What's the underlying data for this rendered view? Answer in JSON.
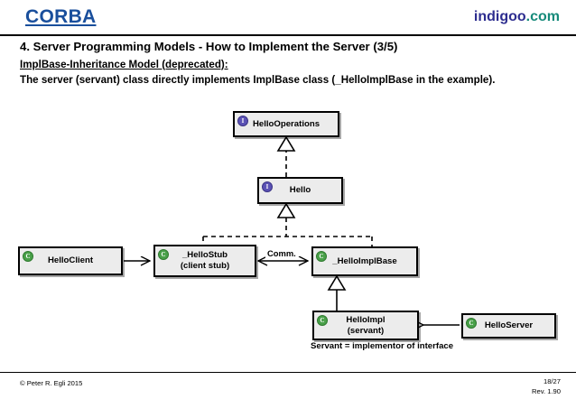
{
  "header": {
    "brand_left": "CORBA",
    "brand_right_primary": "indigoo",
    "brand_right_secondary": ".com",
    "colors": {
      "corba": "#1a4f9c",
      "indigoo": "#2d2d8f",
      "dotcom": "#168a7a"
    }
  },
  "title": {
    "heading": "4. Server Programming Models - How to Implement the Server (3/5)",
    "subheading": "ImplBase-Inheritance Model (deprecated):",
    "lead": "The server (servant) class directly implements ImplBase class (_HelloImplBase in the example)."
  },
  "diagram": {
    "type": "uml-class-diagram",
    "nodes": [
      {
        "id": "helloOperations",
        "label": "HelloOperations",
        "stereotype": "interface",
        "badge": "I",
        "badge_color": "#5b52b5"
      },
      {
        "id": "hello",
        "label": "Hello",
        "stereotype": "interface",
        "badge": "I",
        "badge_color": "#5b52b5"
      },
      {
        "id": "helloClient",
        "label": "HelloClient",
        "stereotype": "class",
        "badge": "C",
        "badge_color": "#49a049"
      },
      {
        "id": "helloStub",
        "label_line1": "_HelloStub",
        "label_line2": "(client stub)",
        "stereotype": "class",
        "badge": "C",
        "badge_color": "#49a049"
      },
      {
        "id": "helloImplBase",
        "label": "_HelloImplBase",
        "stereotype": "class",
        "badge": "C",
        "badge_color": "#49a049"
      },
      {
        "id": "helloImpl",
        "label_line1": "HelloImpl",
        "label_line2": "(servant)",
        "stereotype": "class",
        "badge": "C",
        "badge_color": "#49a049"
      },
      {
        "id": "helloServer",
        "label": "HelloServer",
        "stereotype": "class",
        "badge": "C",
        "badge_color": "#49a049"
      }
    ],
    "edges": [
      {
        "from": "hello",
        "to": "helloOperations",
        "kind": "realization",
        "style": "dashed",
        "head": "hollow-triangle"
      },
      {
        "from": "helloStub",
        "to": "hello",
        "kind": "realization",
        "style": "dashed",
        "head": "hollow-triangle"
      },
      {
        "from": "helloImplBase",
        "to": "hello",
        "kind": "realization",
        "style": "dashed",
        "head": "hollow-triangle"
      },
      {
        "from": "helloClient",
        "to": "helloStub",
        "kind": "association",
        "style": "solid",
        "head": "open-arrow"
      },
      {
        "from": "helloStub",
        "to": "helloImplBase",
        "kind": "communication",
        "style": "solid",
        "head": "double-arrow",
        "label": "Comm."
      },
      {
        "from": "helloImpl",
        "to": "helloImplBase",
        "kind": "generalization",
        "style": "solid",
        "head": "hollow-triangle"
      },
      {
        "from": "helloServer",
        "to": "helloImpl",
        "kind": "association",
        "style": "solid",
        "head": "open-arrow"
      }
    ],
    "labels": {
      "comm": "Comm.",
      "servant_note": "Servant = implementor of interface"
    }
  },
  "footer": {
    "copyright": "© Peter R. Egli 2015",
    "page": "18/27",
    "revision": "Rev. 1.90"
  }
}
